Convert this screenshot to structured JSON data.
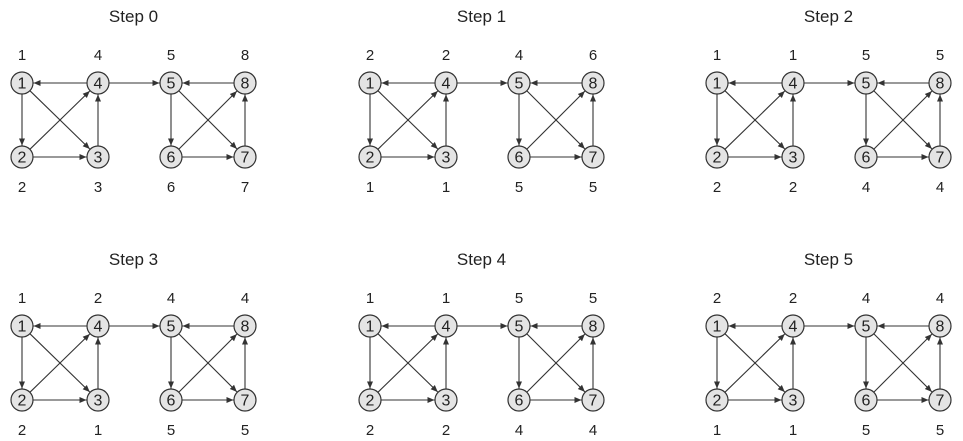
{
  "node_ids": [
    "1",
    "2",
    "3",
    "4",
    "5",
    "6",
    "7",
    "8"
  ],
  "edges": [
    [
      "4",
      "1"
    ],
    [
      "1",
      "2"
    ],
    [
      "1",
      "3"
    ],
    [
      "2",
      "3"
    ],
    [
      "2",
      "4"
    ],
    [
      "3",
      "4"
    ],
    [
      "4",
      "5"
    ],
    [
      "8",
      "5"
    ],
    [
      "5",
      "6"
    ],
    [
      "5",
      "7"
    ],
    [
      "6",
      "7"
    ],
    [
      "6",
      "8"
    ],
    [
      "7",
      "8"
    ]
  ],
  "steps": [
    {
      "title": "Step 0",
      "values": {
        "1": "1",
        "2": "2",
        "3": "3",
        "4": "4",
        "5": "5",
        "6": "6",
        "7": "7",
        "8": "8"
      }
    },
    {
      "title": "Step 1",
      "values": {
        "1": "2",
        "2": "1",
        "3": "1",
        "4": "2",
        "5": "4",
        "6": "5",
        "7": "5",
        "8": "6"
      }
    },
    {
      "title": "Step 2",
      "values": {
        "1": "1",
        "2": "2",
        "3": "2",
        "4": "1",
        "5": "5",
        "6": "4",
        "7": "4",
        "8": "5"
      }
    },
    {
      "title": "Step 3",
      "values": {
        "1": "1",
        "2": "2",
        "3": "1",
        "4": "2",
        "5": "4",
        "6": "5",
        "7": "5",
        "8": "4"
      }
    },
    {
      "title": "Step 4",
      "values": {
        "1": "1",
        "2": "2",
        "3": "2",
        "4": "1",
        "5": "5",
        "6": "4",
        "7": "4",
        "8": "5"
      }
    },
    {
      "title": "Step 5",
      "values": {
        "1": "2",
        "2": "1",
        "3": "1",
        "4": "2",
        "5": "4",
        "6": "5",
        "7": "5",
        "8": "4"
      }
    }
  ]
}
